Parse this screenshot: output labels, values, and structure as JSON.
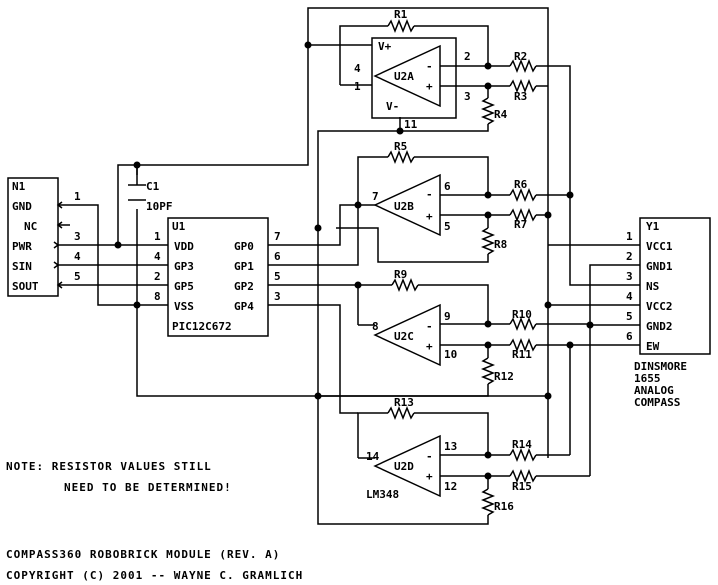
{
  "connector": {
    "ref": "N1",
    "pins": [
      {
        "num": "1",
        "label": "GND"
      },
      {
        "num": "",
        "label": "NC"
      },
      {
        "num": "3",
        "label": "PWR"
      },
      {
        "num": "4",
        "label": "SIN"
      },
      {
        "num": "5",
        "label": "SOUT"
      }
    ]
  },
  "capacitor": {
    "ref": "C1",
    "value": "10PF"
  },
  "mcu": {
    "ref": "U1",
    "part": "PIC12C672",
    "left_pins": [
      {
        "num": "1",
        "label": "VDD"
      },
      {
        "num": "4",
        "label": "GP3"
      },
      {
        "num": "2",
        "label": "GP5"
      },
      {
        "num": "8",
        "label": "VSS"
      }
    ],
    "right_pins": [
      {
        "num": "7",
        "label": "GP0"
      },
      {
        "num": "6",
        "label": "GP1"
      },
      {
        "num": "5",
        "label": "GP2"
      },
      {
        "num": "3",
        "label": "GP4"
      }
    ]
  },
  "opamps": [
    {
      "ref": "U2A",
      "neg_pin": "2",
      "pos_pin": "3",
      "out_pin": "1",
      "vplus_pin": "4",
      "vminus_pin": "11",
      "vplus": "V+",
      "vminus": "V-"
    },
    {
      "ref": "U2B",
      "neg_pin": "6",
      "pos_pin": "5",
      "out_pin": "7"
    },
    {
      "ref": "U2C",
      "neg_pin": "9",
      "pos_pin": "10",
      "out_pin": "8"
    },
    {
      "ref": "U2D",
      "neg_pin": "13",
      "pos_pin": "12",
      "out_pin": "14",
      "part": "LM348"
    }
  ],
  "resistors": [
    "R1",
    "R2",
    "R3",
    "R4",
    "R5",
    "R6",
    "R7",
    "R8",
    "R9",
    "R10",
    "R11",
    "R12",
    "R13",
    "R14",
    "R15",
    "R16"
  ],
  "compass": {
    "ref": "Y1",
    "pins": [
      {
        "num": "1",
        "label": "VCC1"
      },
      {
        "num": "2",
        "label": "GND1"
      },
      {
        "num": "3",
        "label": "NS"
      },
      {
        "num": "4",
        "label": "VCC2"
      },
      {
        "num": "5",
        "label": "GND2"
      },
      {
        "num": "6",
        "label": "EW"
      }
    ],
    "desc": [
      "DINSMORE",
      "1655",
      "ANALOG",
      "COMPASS"
    ]
  },
  "note": [
    "NOTE: RESISTOR VALUES STILL",
    "NEED TO BE DETERMINED!"
  ],
  "footer": [
    "COMPASS360 ROBOBRICK MODULE (REV. A)",
    "COPYRIGHT (C) 2001 -- WAYNE C. GRAMLICH"
  ]
}
